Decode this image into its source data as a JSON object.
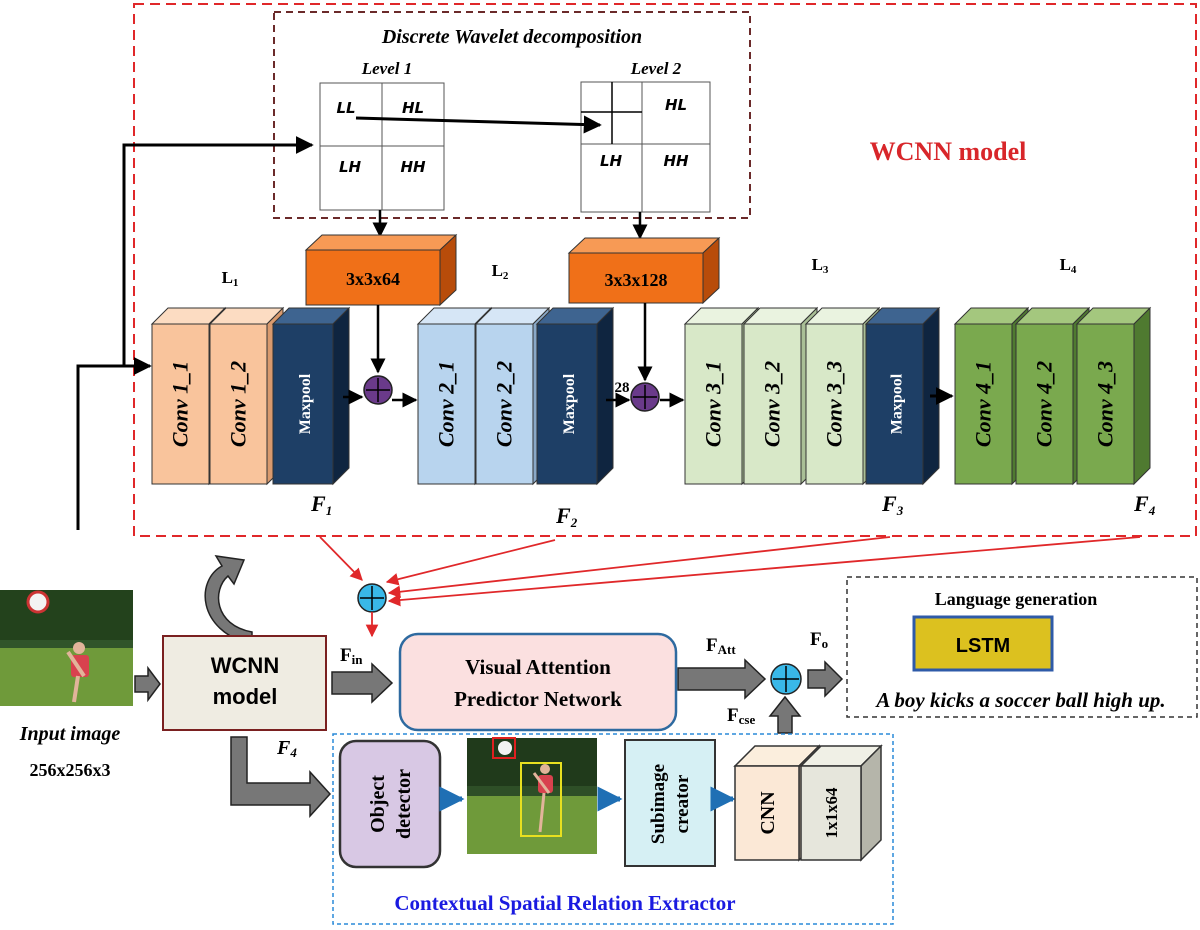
{
  "title": "WCNN model",
  "dwt": {
    "title": "Discrete Wavelet decomposition",
    "level1": {
      "label": "Level 1",
      "ll": "LL",
      "hl": "HL",
      "lh": "LH",
      "hh": "HH"
    },
    "level2": {
      "label": "Level 2",
      "hl": "HL",
      "lh": "LH",
      "hh": "HH"
    }
  },
  "kernel1": "3x3x64",
  "kernel2": "3x3x128",
  "stray_label": "28",
  "layers": {
    "l1": {
      "label": "L",
      "sub": "1"
    },
    "l2": {
      "label": "L",
      "sub": "2"
    },
    "l3": {
      "label": "L",
      "sub": "3"
    },
    "l4": {
      "label": "L",
      "sub": "4"
    }
  },
  "blocks": {
    "conv1_1": "Conv 1_1",
    "conv1_2": "Conv 1_2",
    "pool1": "Maxpool",
    "conv2_1": "Conv 2_1",
    "conv2_2": "Conv 2_2",
    "pool2": "Maxpool",
    "conv3_1": "Conv 3_1",
    "conv3_2": "Conv 3_2",
    "conv3_3": "Conv 3_3",
    "pool3": "Maxpool",
    "conv4_1": "Conv 4_1",
    "conv4_2": "Conv 4_2",
    "conv4_3": "Conv 4_3"
  },
  "features": {
    "f1": {
      "label": "F",
      "sub": "1"
    },
    "f2": {
      "label": "F",
      "sub": "2"
    },
    "f3": {
      "label": "F",
      "sub": "3"
    },
    "f4": {
      "label": "F",
      "sub": "4"
    }
  },
  "input": {
    "title": "Input image",
    "size": "256x256x3"
  },
  "wcnn_block": {
    "line1": "WCNN",
    "line2": "model"
  },
  "fin": {
    "label": "F",
    "sub": "in"
  },
  "f4_bottom": {
    "label": "F",
    "sub": "4"
  },
  "attention": {
    "line1": "Visual Attention",
    "line2": "Predictor Network"
  },
  "fatt": {
    "label": "F",
    "sub": "Att"
  },
  "fo": {
    "label": "F",
    "sub": "o"
  },
  "fcse": {
    "label": "F",
    "sub": "cse"
  },
  "language": {
    "title": "Language generation",
    "lstm": "LSTM",
    "caption": "A boy kicks a soccer ball high up."
  },
  "csre": {
    "title": "Contextual Spatial Relation Extractor",
    "object_detector": {
      "line1": "Object",
      "line2": "detector"
    },
    "subimage_creator": {
      "line1": "Subimage",
      "line2": "creator"
    },
    "cnn": "CNN",
    "output": "1x1x64"
  },
  "colors": {
    "dashed_red": "#e0282a",
    "dwt_border": "#6b2a2a",
    "csre_border": "#2a8ad8",
    "csre_title": "#1a1ae0",
    "orange": "#f07018",
    "conv1": "#f9c49c",
    "conv2": "#b8d4ee",
    "conv3": "#d8e8c8",
    "conv4": "#7aa94e",
    "maxpool": "#1e3f66",
    "sum_node": "#6a3a8a",
    "fusion_node": "#39b8e8",
    "lstm": "#dcc11f",
    "lstm_border": "#2e5aa8",
    "attention_fill": "#fbe0e0",
    "attention_border": "#2e6aa0",
    "detector_fill": "#d8c8e4",
    "subimage_fill": "#d6f0f4",
    "wcnn_fill": "#efece2",
    "wcnn_border": "#7a2020"
  }
}
